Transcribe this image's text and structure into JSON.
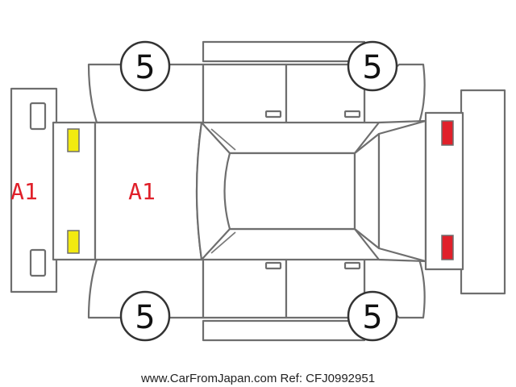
{
  "diagram": {
    "colors": {
      "outline": "#6e6e6e",
      "label_red": "#e0202a",
      "front_lamp": "#f2ea10",
      "rear_lamp": "#e0202a"
    },
    "labels": {
      "front_bumper_grade": "A1",
      "hood_grade": "A1"
    },
    "tires": {
      "front_left": "5",
      "rear_left": "5",
      "front_right": "5",
      "rear_right": "5"
    },
    "footer": "www.CarFromJapan.com Ref: CFJ0992951"
  }
}
